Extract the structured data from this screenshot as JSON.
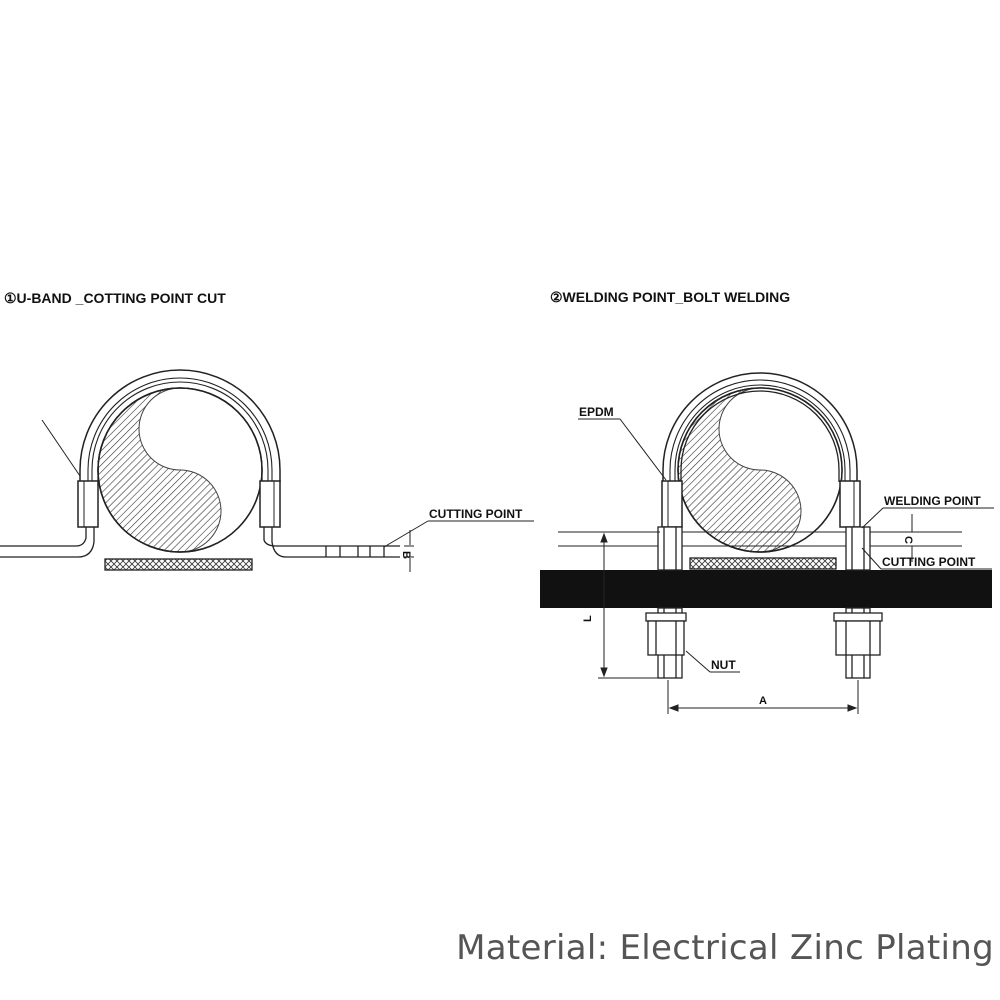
{
  "panel1": {
    "title": "①U-BAND _COTTING POINT CUT",
    "cutting_label": "CUTTING POINT",
    "dim_b": "B"
  },
  "panel2": {
    "title": "②WELDING POINT_BOLT WELDING",
    "epdm_label": "EPDM",
    "welding_label": "WELDING POINT",
    "cutting_label": "CUTTING POINT",
    "nut_label": "NUT",
    "dim_a": "A",
    "dim_c": "C",
    "dim_l": "L"
  },
  "footer": {
    "text": "Material: Electrical Zinc Plating"
  }
}
